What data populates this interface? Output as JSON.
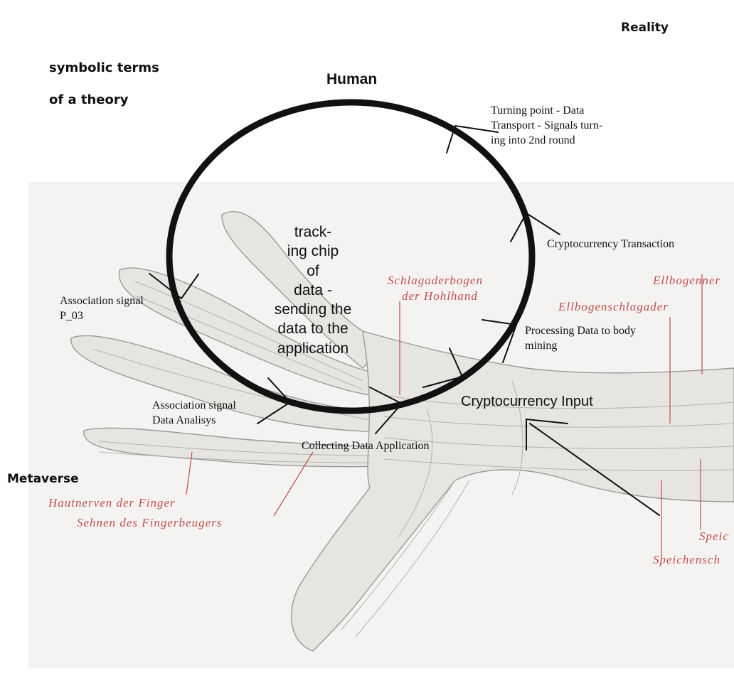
{
  "title": {
    "line1": "symbolic terms",
    "line2": "of a theory"
  },
  "corner_labels": {
    "reality": "Reality",
    "metaverse": "Metaverse",
    "human": "Human"
  },
  "center_text": "track-\n  ing chip\nof\n   data -\n    sending the\n  data to the\n application",
  "annotations": {
    "turning_point": "Turning point - Data\nTransport - Signals turn-\ning into 2nd round",
    "crypto_transaction": "Cryptocurrency Transaction",
    "processing_data": "Processing Data to body\nmining",
    "crypto_input": "Cryptocurrency Input",
    "association_p03": "Association signal\nP_03",
    "association_analysis": "Association signal\nData Analisys",
    "collecting_data": "Collecting Data Application"
  },
  "anatomy_labels": {
    "schlagaderbogen_1": "Schlagaderbogen",
    "schlagaderbogen_2": "der Hohlhand",
    "ellbogennerv": "Ellbogenner",
    "ellbogenschlagader": "Ellbogenschlagader",
    "hautnerven": "Hautnerven der Finger",
    "sehnen": "Sehnen des Fingerbeugers",
    "speic": "Speic",
    "speichensch": "Speichensch"
  },
  "colors": {
    "ink": "#111111",
    "anatomy_label": "#c0504d",
    "illustration_bg": "#f4f3f1",
    "illustration_line": "#9a9a9a"
  }
}
